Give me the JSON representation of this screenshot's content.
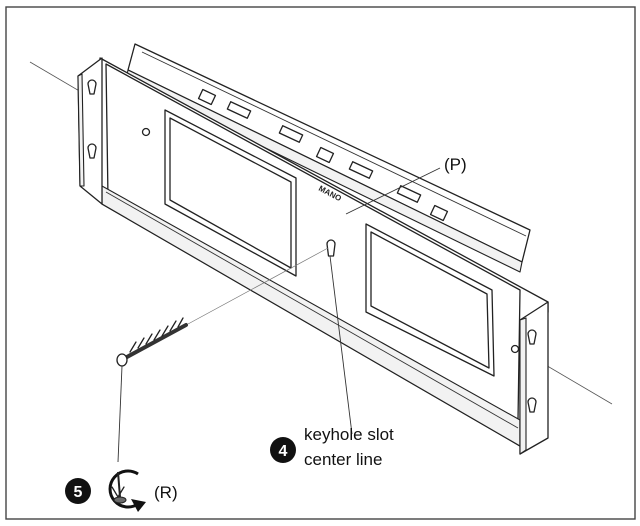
{
  "labels": {
    "part_p": "(P)",
    "part_r": "(R)",
    "step4_number": "4",
    "step4_line1": "keyhole slot",
    "step4_line2": "center line",
    "step5_number": "5",
    "brand": "MANO"
  }
}
